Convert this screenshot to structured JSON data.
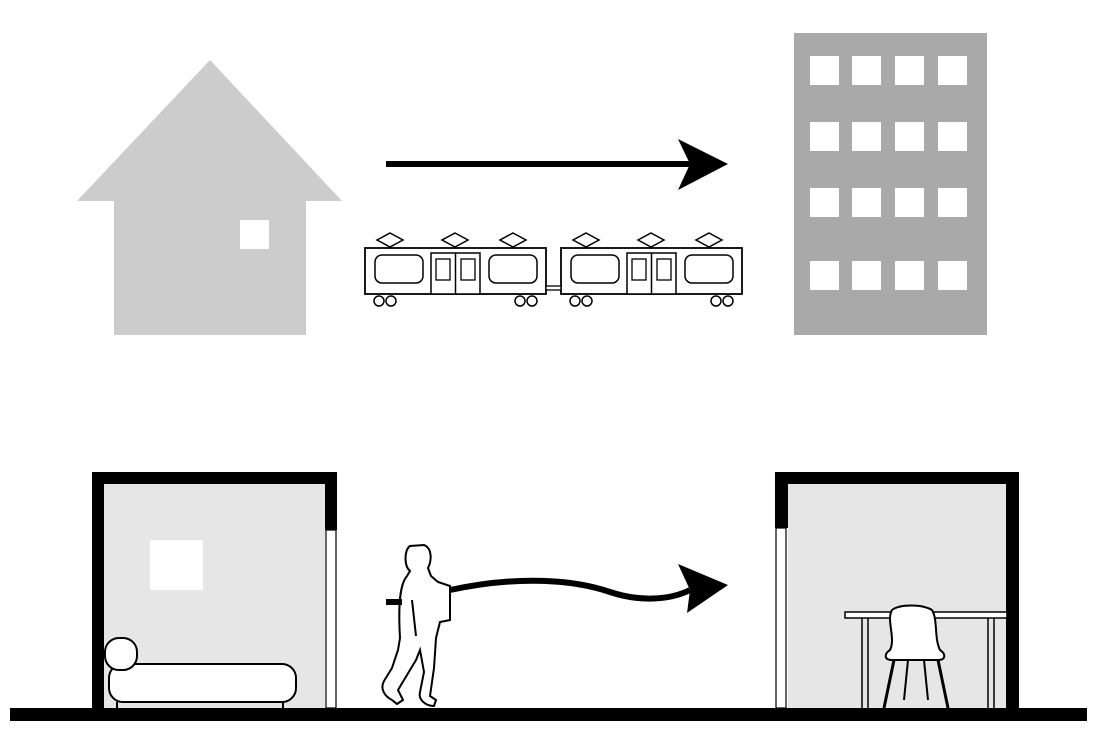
{
  "colors": {
    "house": "#cccccc",
    "building": "#a9a9a9",
    "building_window": "#ffffff",
    "room_interior": "#e6e6e6",
    "room_wall": "#000000",
    "room_window": "#ffffff",
    "ink": "#000000",
    "outline_fill": "#ffffff",
    "background": "#ffffff"
  },
  "icons": {
    "house": "house-icon",
    "train": "train-icon",
    "office_building": "office-building-icon",
    "arrow_straight": "arrow-right-icon",
    "arrow_wavy": "wavy-arrow-right-icon",
    "bedroom": "bedroom-section-icon",
    "bed": "bed-icon",
    "person": "walking-person-icon",
    "office_room": "office-room-section-icon",
    "desk": "desk-icon",
    "chair": "chair-icon"
  },
  "building_windows": {
    "rows": 4,
    "cols": 4
  },
  "train": {
    "cars": 2,
    "pantographs_per_car": 3
  }
}
